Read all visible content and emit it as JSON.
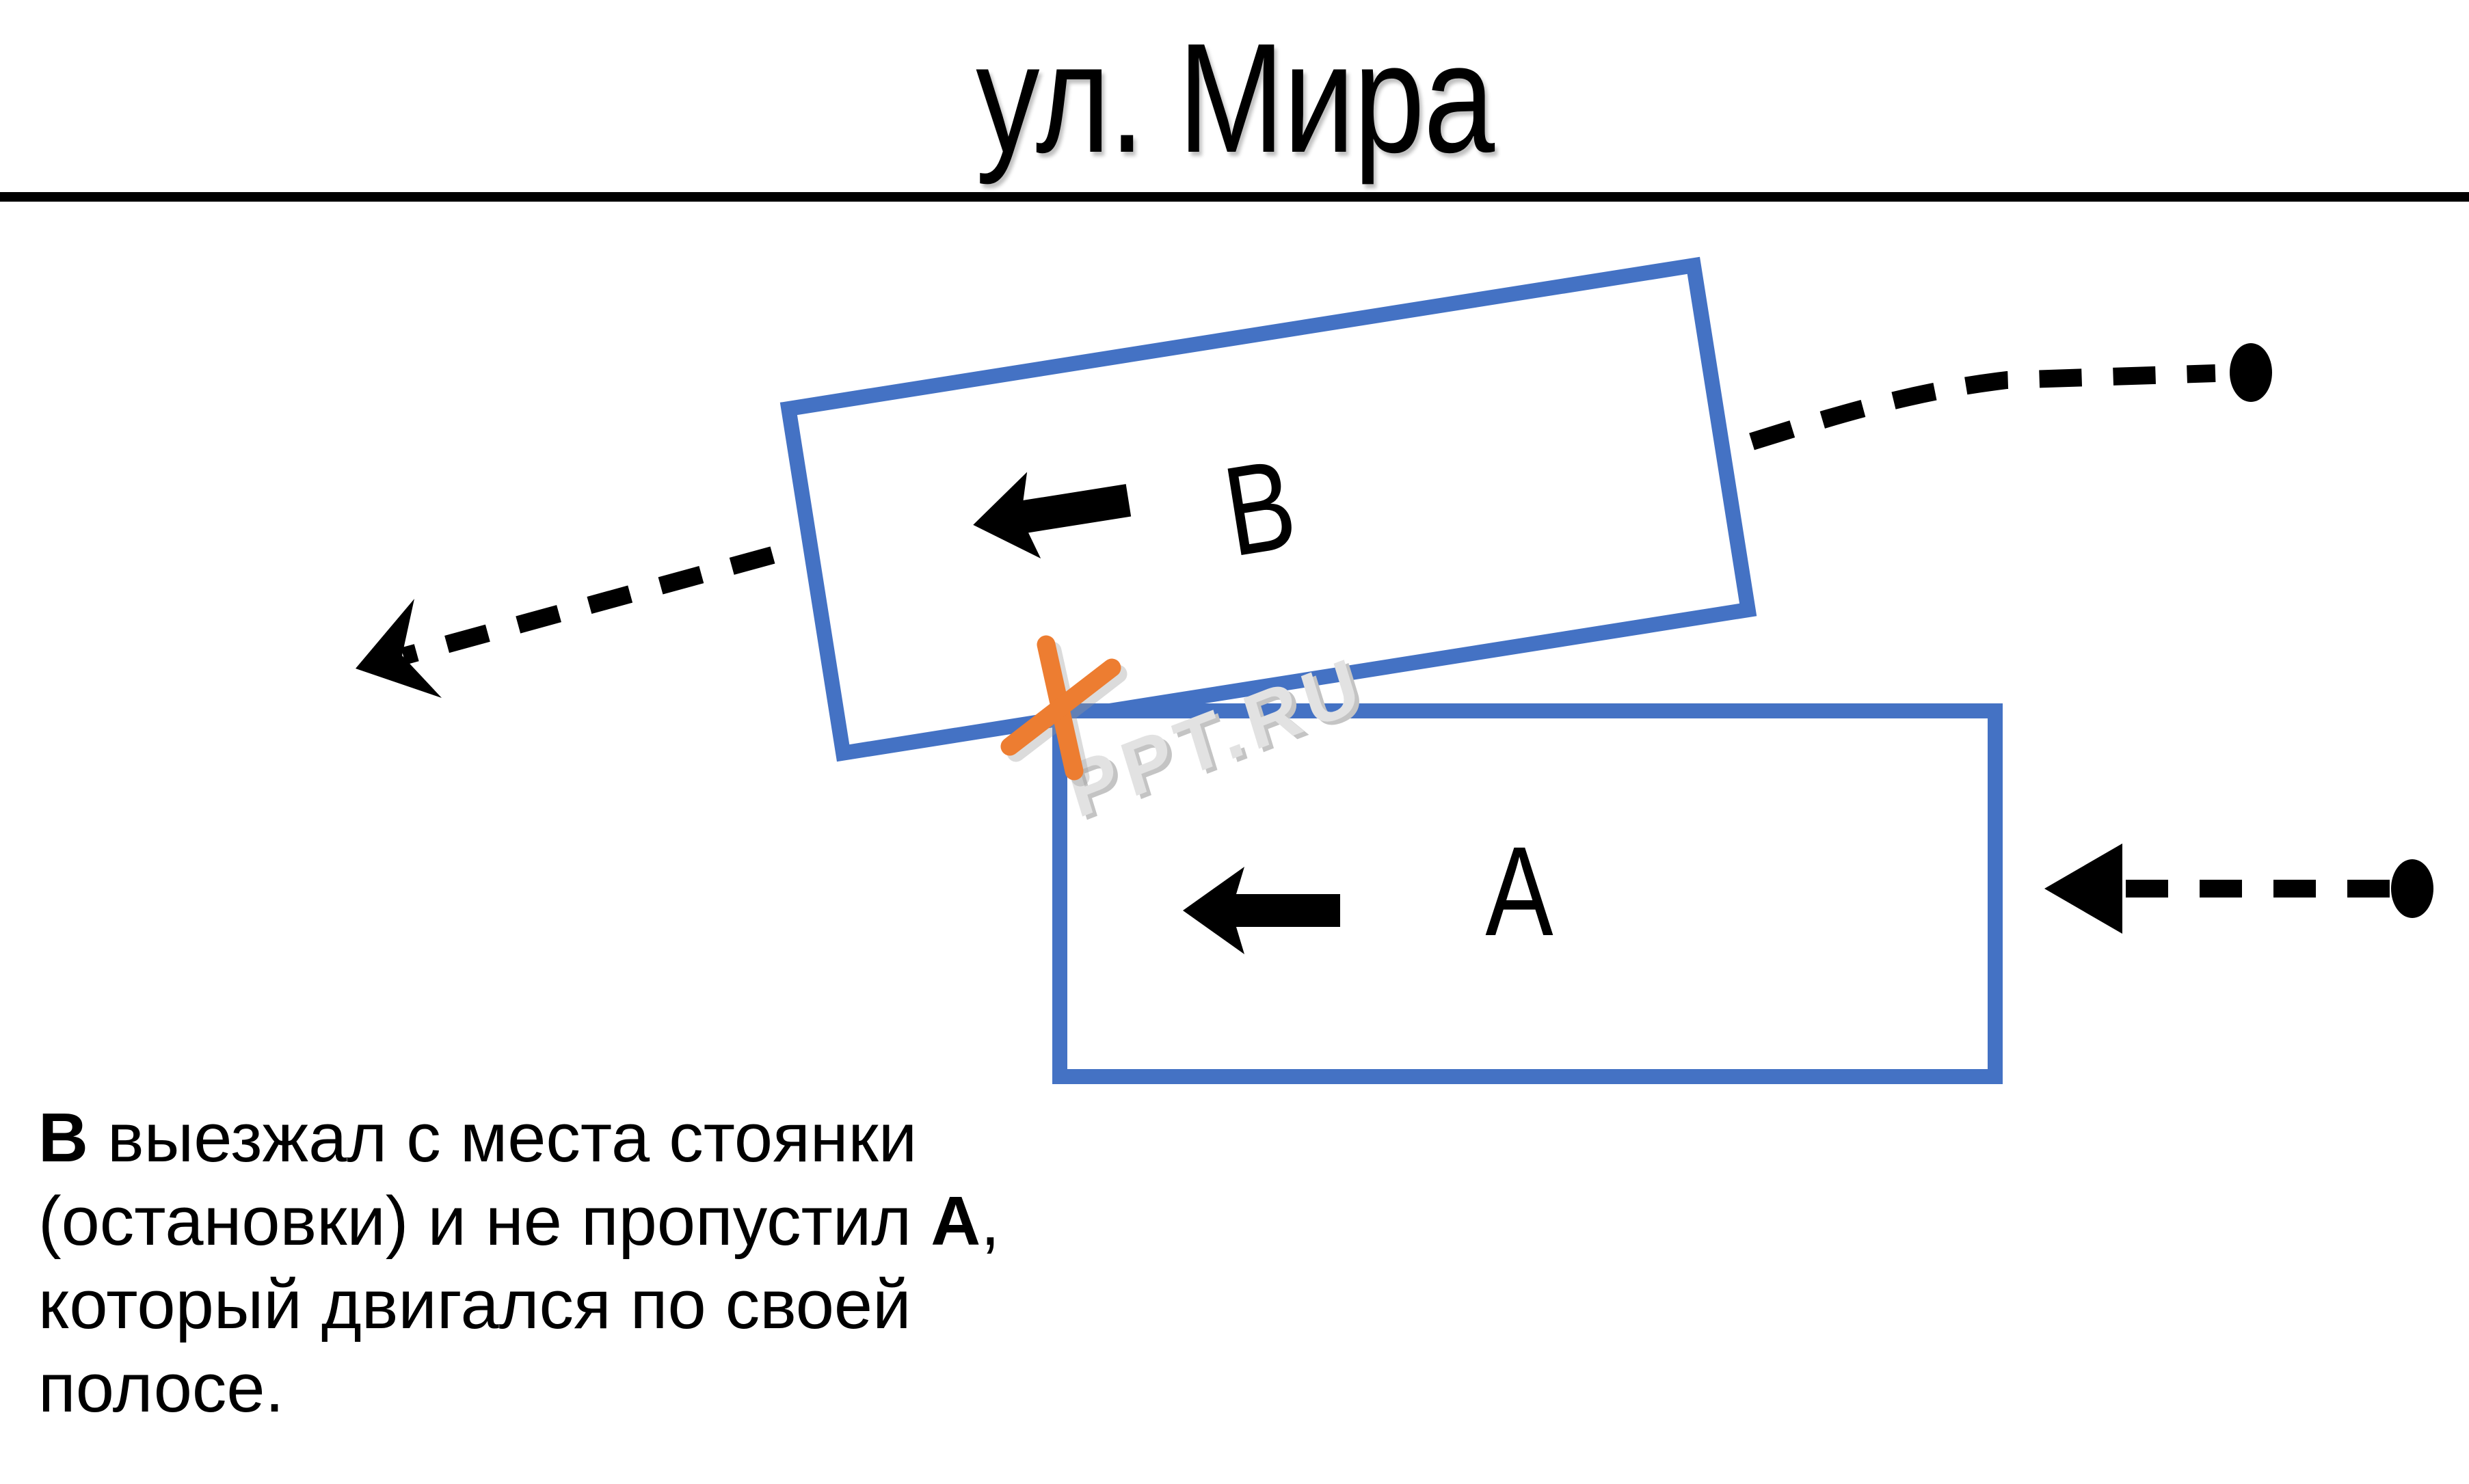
{
  "title": {
    "text": "ул. Мира"
  },
  "vehicles": {
    "b": {
      "label": "В",
      "direction": "left"
    },
    "a": {
      "label": "А",
      "direction": "left"
    }
  },
  "watermark": {
    "text": "PPT.RU"
  },
  "caption": {
    "lines": [
      [
        {
          "text": "В",
          "bold": true
        },
        {
          "text": " выезжал с места стоянки",
          "bold": false
        }
      ],
      [
        {
          "text": "(остановки) и не пропустил ",
          "bold": false
        },
        {
          "text": "А",
          "bold": true
        },
        {
          "text": ",",
          "bold": false
        }
      ],
      [
        {
          "text": "который двигался по своей",
          "bold": false
        }
      ],
      [
        {
          "text": "полосе.",
          "bold": false
        }
      ]
    ]
  },
  "colors": {
    "vehicle_blue": "#4472C4",
    "collision_orange": "#ED7D31",
    "ink_black": "#000000",
    "watermark_gray": "#E2E2E2",
    "watermark_shadow": "#C4C4C4"
  }
}
